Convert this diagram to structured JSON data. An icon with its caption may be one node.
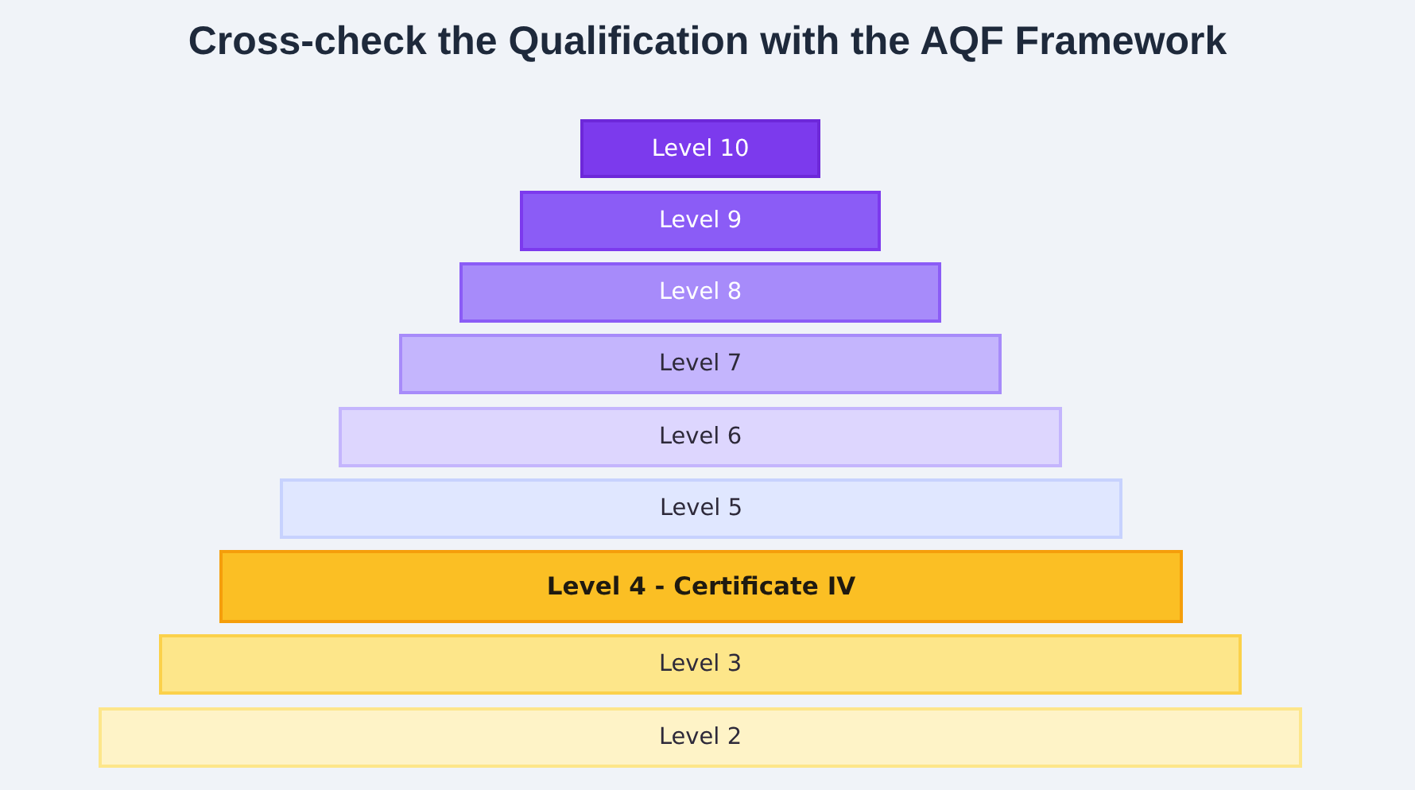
{
  "diagram": {
    "title": "Cross-check the Qualification with the AQF Framework",
    "nodes": [
      {
        "text": [
          "Level 10"
        ]
      },
      {
        "text": [
          "Level 9"
        ]
      },
      {
        "text": [
          "Level 8"
        ]
      },
      {
        "text": [
          "Level 7"
        ]
      },
      {
        "text": [
          "Level 6"
        ]
      },
      {
        "text": [
          "Level 5"
        ]
      },
      {
        "text": [
          "Level 4 - Certificate IV"
        ]
      },
      {
        "text": [
          "Level 3"
        ]
      },
      {
        "text": [
          "Level 2"
        ]
      }
    ]
  }
}
